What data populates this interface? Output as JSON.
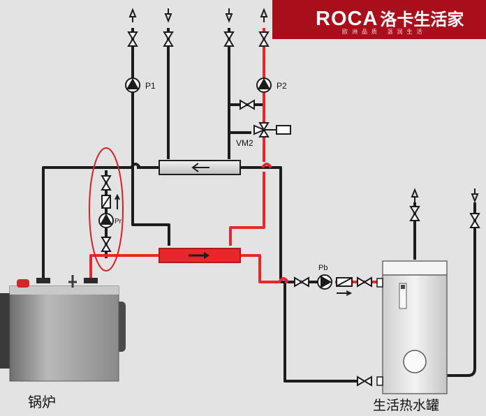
{
  "brand": {
    "name": "ROCA",
    "name_cn": "洛卡生活家",
    "tagline": "欧洲品质 温润生活",
    "bg_color": "#a80f1a"
  },
  "labels": {
    "pump_p1": "P1",
    "pump_p2": "P2",
    "mixing_valve": "VM2",
    "pump_pr": "Pr",
    "pump_pb": "Pb",
    "boiler": "锅炉",
    "tank": "生活热水罐"
  },
  "colors": {
    "hot_pipe": "#e8272a",
    "cold_pipe": "#1c1c1c",
    "highlight_ring": "#d61f26",
    "background": "#e3e3e3"
  }
}
